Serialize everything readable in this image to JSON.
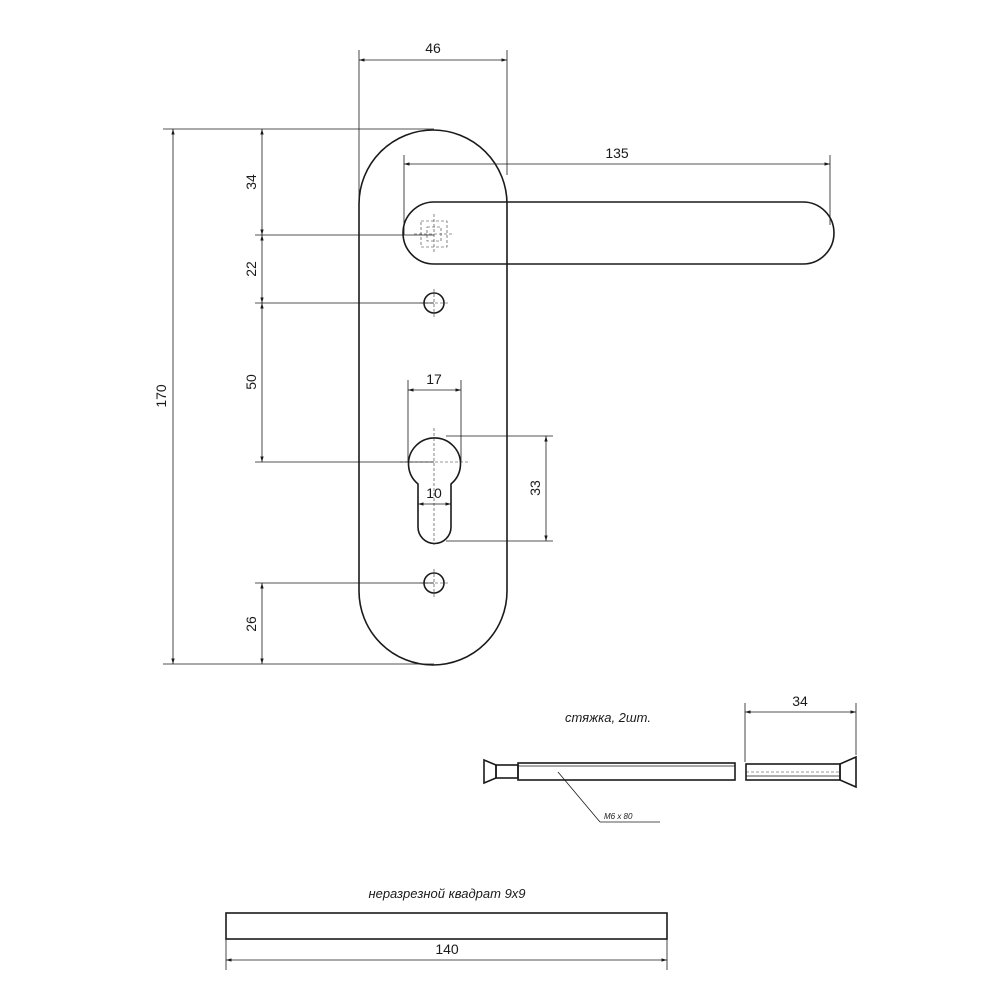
{
  "dimensions": {
    "plate_width": "46",
    "lever_length": "135",
    "total_height": "170",
    "top_to_spindle": "34",
    "spindle_to_hole": "22",
    "hole_to_cylinder": "50",
    "bottom_to_hole": "26",
    "cylinder_width": "17",
    "cylinder_narrow": "10",
    "cylinder_height": "33",
    "bolt_length": "34",
    "square_length": "140"
  },
  "notes": {
    "bolts": "стяжка, 2шт.",
    "bolt_spec": "M6 x 80",
    "square": "неразрезной квадрат 9х9"
  }
}
